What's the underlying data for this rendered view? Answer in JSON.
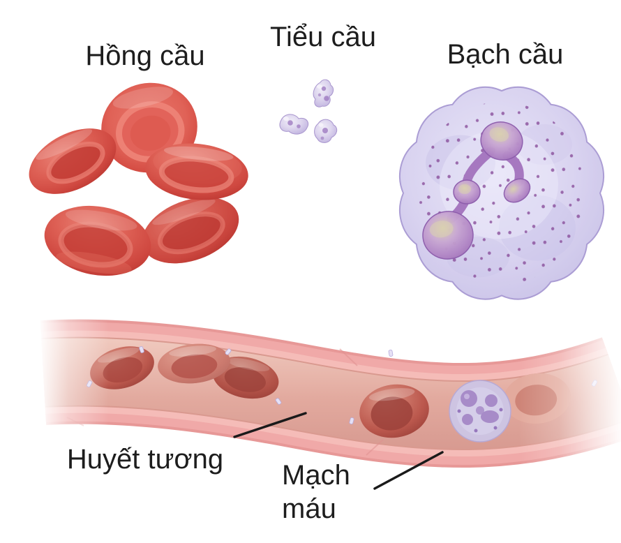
{
  "diagram": {
    "labels": {
      "red_blood_cells": "Hồng cầu",
      "platelets": "Tiểu cầu",
      "white_blood_cells": "Bạch cầu",
      "plasma": "Huyết tương",
      "blood_vessel_line1": "Mạch",
      "blood_vessel_line2": "máu"
    },
    "colors": {
      "background": "#ffffff",
      "label_text": "#1d1d1d",
      "leader_line": "#1a1a1a",
      "rbc_red": "#d54c43",
      "rbc_highlight": "#e8766b",
      "platelet_lavender": "#d6cdeb",
      "platelet_spot": "#9a74bd",
      "wbc_body": "#d9d3f0",
      "wbc_edge": "#b2a5d8",
      "wbc_nucleus": "#a97ec4",
      "wbc_granule": "#8a4f9b",
      "vessel_wall": "#f0a9a8",
      "vessel_lumen": "#e2a99e"
    }
  }
}
